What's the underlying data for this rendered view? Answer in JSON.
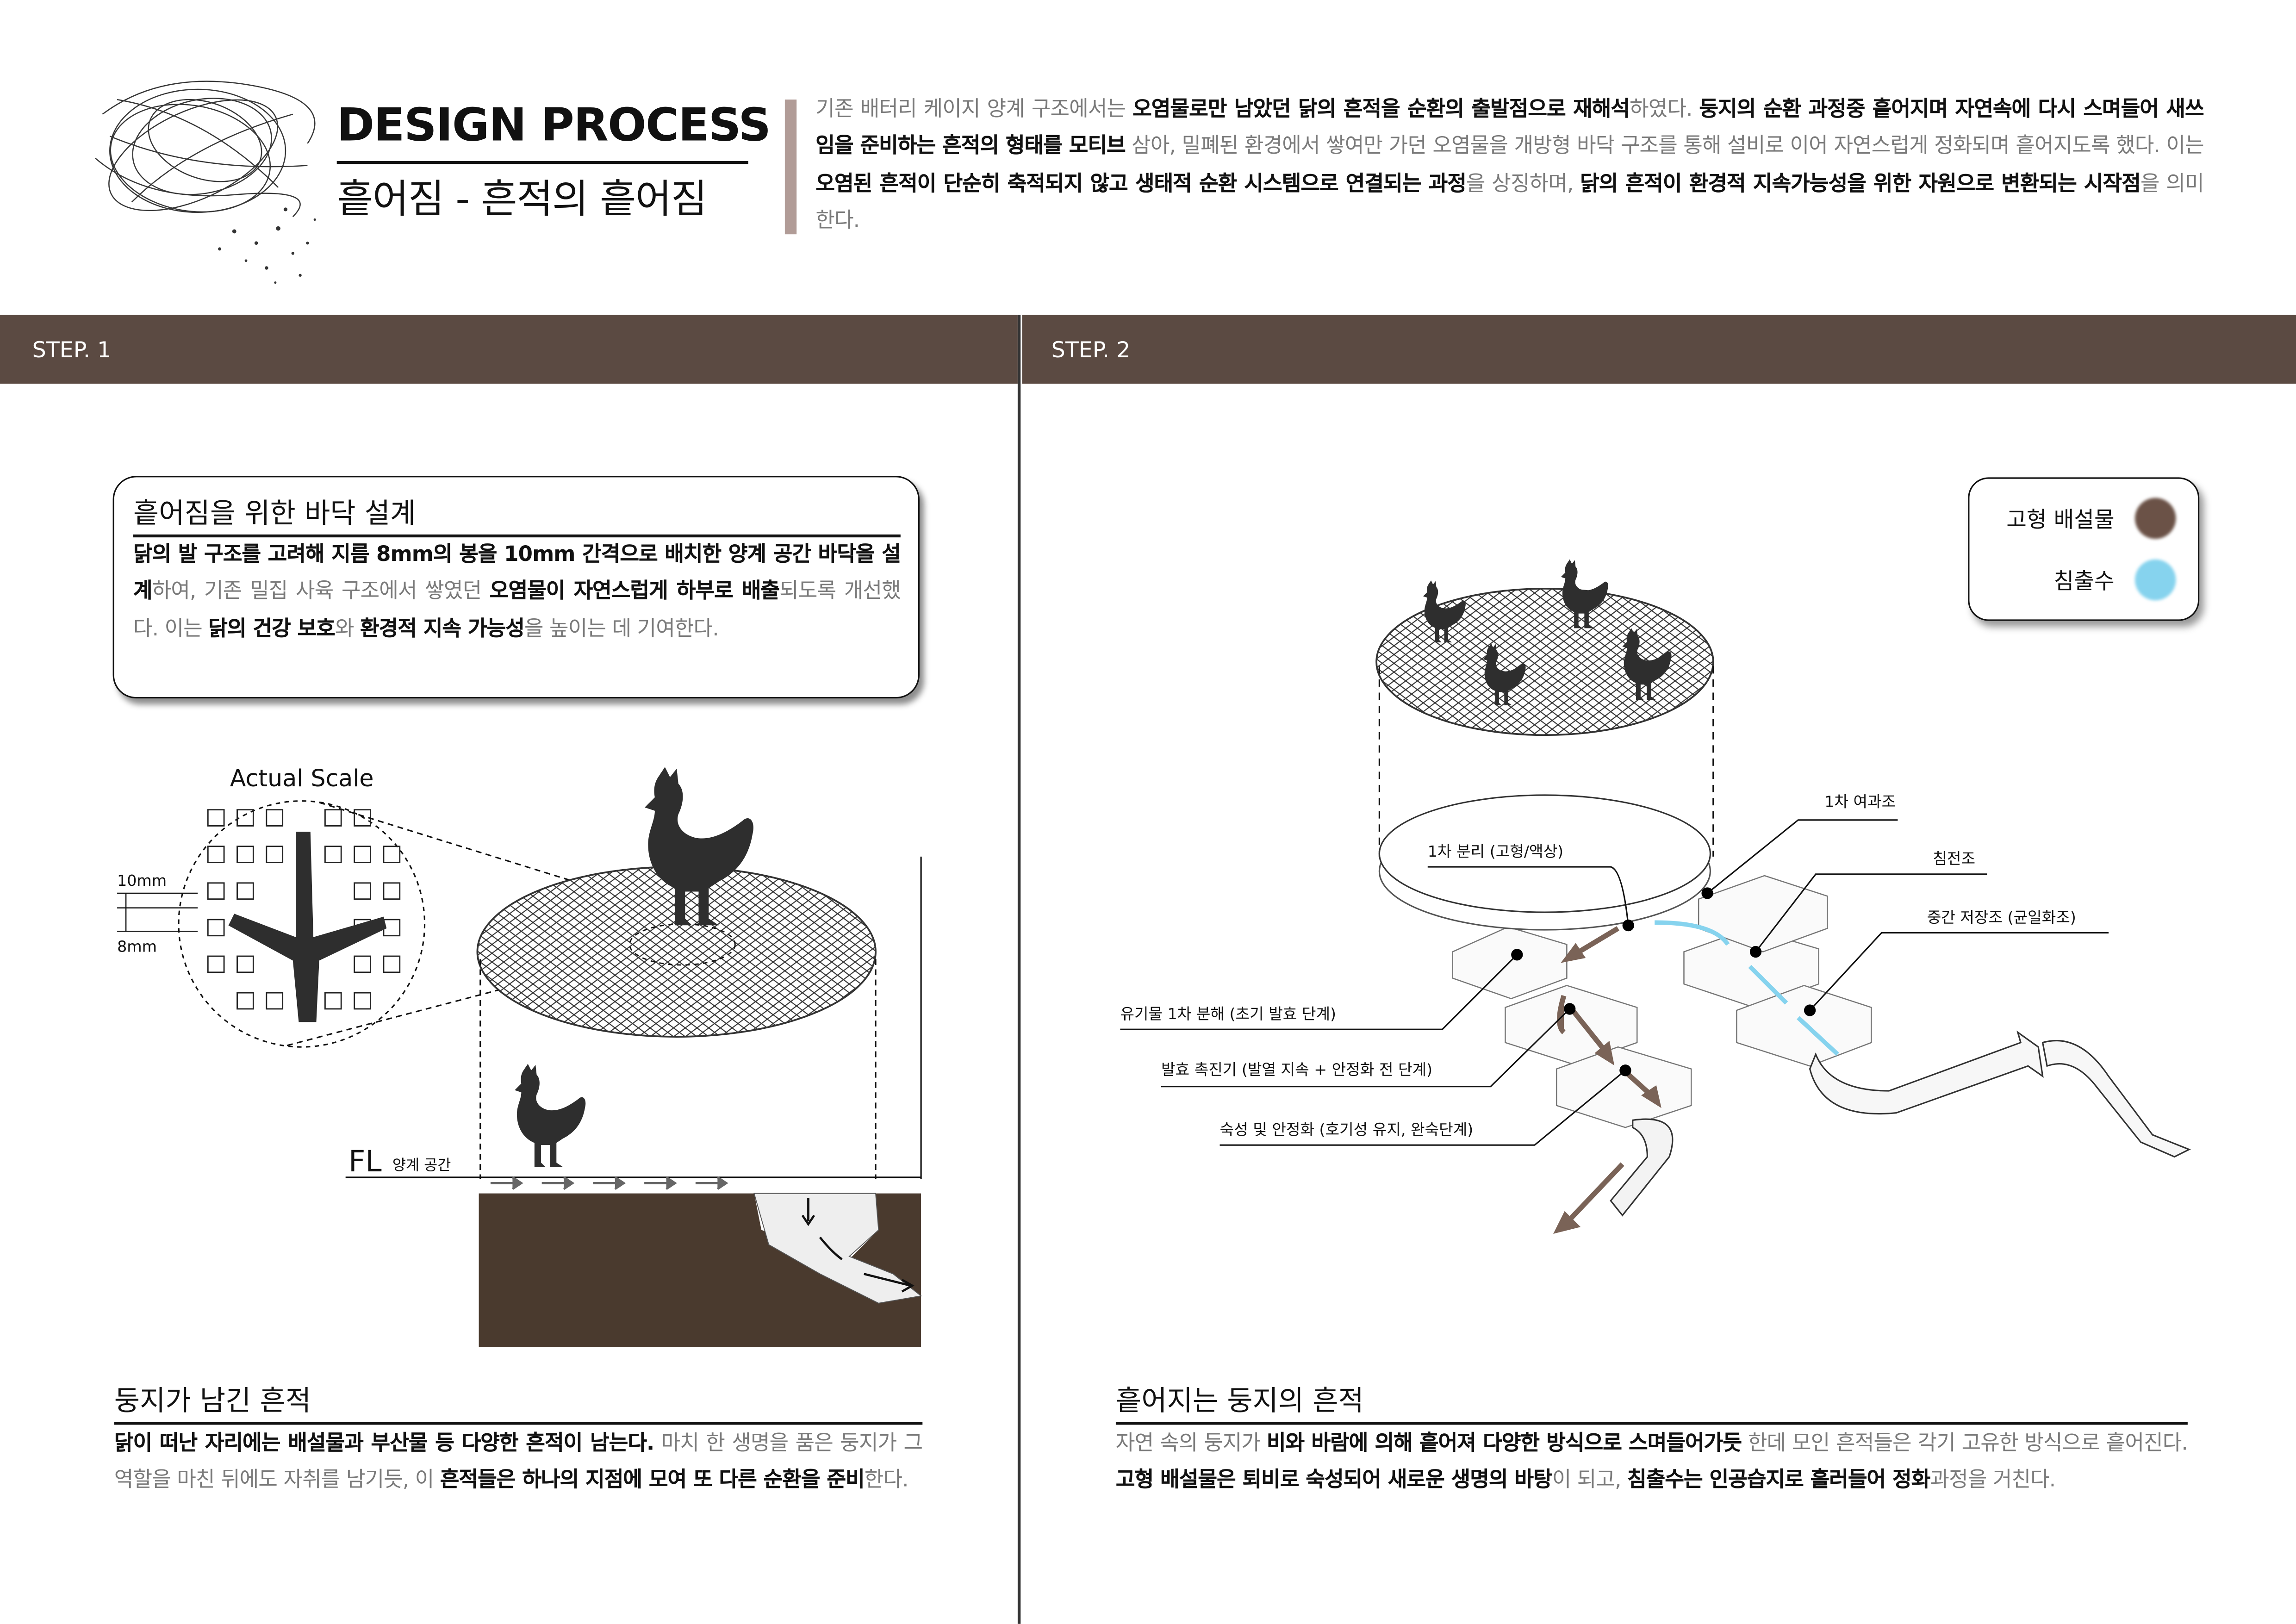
{
  "header": {
    "title": "DESIGN PROCESS",
    "subtitle": "흩어짐 - 흔적의 흩어짐",
    "accent_color": "#b19c97"
  },
  "intro": {
    "segments": [
      {
        "t": "기존 배터리 케이지 양계 구조에서는 ",
        "b": false
      },
      {
        "t": "오염물로만 남았던 닭의 흔적을 순환의 출발점으로 재해석",
        "b": true
      },
      {
        "t": "하였다. ",
        "b": false
      },
      {
        "t": "둥지의 순환 과정중 흩어지며 자연속에 다시 스며들어 새쓰임을 준비하는 흔적의 형태를 모티브",
        "b": true
      },
      {
        "t": " 삼아, 밀폐된 환경에서 쌓여만 가던 오염물을 개방형 바닥 구조를 통해 설비로 이어 자연스럽게 정화되며 흩어지도록 했다. 이는 ",
        "b": false
      },
      {
        "t": "오염된 흔적이 단순히 축적되지 않고 생태적 순환 시스템으로 연결되는 과정",
        "b": true
      },
      {
        "t": "을 상징하며, ",
        "b": false
      },
      {
        "t": "닭의 흔적이 환경적 지속가능성을 위한 자원으로 변환되는 시작점",
        "b": true
      },
      {
        "t": "을 의미한다.",
        "b": false
      }
    ]
  },
  "steps": [
    {
      "label": "STEP. 1"
    },
    {
      "label": "STEP. 2"
    }
  ],
  "step1": {
    "box_title": "흩어짐을 위한 바닥 설계",
    "box_segments": [
      {
        "t": "닭의 발 구조를 고려해 지름 8mm의 봉을 10mm 간격으로 배치한 양계 공간 바닥을 설계",
        "b": true
      },
      {
        "t": "하여, 기존 밀집 사육 구조에서 쌓였던 ",
        "b": false
      },
      {
        "t": "오염물이 자연스럽게 하부로 배출",
        "b": true
      },
      {
        "t": "되도록 개선했다. 이는 ",
        "b": false
      },
      {
        "t": "닭의 건강 보호",
        "b": true
      },
      {
        "t": "와 ",
        "b": false
      },
      {
        "t": "환경적 지속 가능성",
        "b": true
      },
      {
        "t": "을 높이는 데 기여한다.",
        "b": false
      }
    ],
    "diagram": {
      "scale_label": "Actual Scale",
      "dim_10": "10mm",
      "dim_8": "8mm",
      "fl_label": "FL",
      "fl_sub": "양계 공간",
      "soil_color": "#4a3a2e"
    },
    "section_title": "둥지가 남긴 흔적",
    "section_segments": [
      {
        "t": "닭이 떠난 자리에는 배설물과 부산물 등 다양한 흔적이 남는다.",
        "b": true
      },
      {
        "t": " 마치 한 생명을 품은 둥지가 그 역할을 마친 뒤에도 자취를 남기듯, 이 ",
        "b": false
      },
      {
        "t": "흔적들은 하나의 지점에 모여 또 다른 순환을 준비",
        "b": true
      },
      {
        "t": "한다.",
        "b": false
      }
    ]
  },
  "step2": {
    "legend": [
      {
        "label": "고형 배설물",
        "color": "#6b5247"
      },
      {
        "label": "침출수",
        "color": "#86d3ee"
      }
    ],
    "labels": {
      "separation": "1차 분리 (고형/액상)",
      "filter": "1차 여과조",
      "settling": "침전조",
      "storage": "중간 저장조 (균일화조)",
      "decomp": "유기물 1차 분해 (초기 발효 단계)",
      "accel": "발효 촉진기 (발열 지속 + 안정화 전 단계)",
      "mature": "숙성 및 안정화 (호기성 유지, 완숙단계)"
    },
    "section_title": "흩어지는 둥지의 흔적",
    "section_segments": [
      {
        "t": "자연 속의 둥지가 ",
        "b": false
      },
      {
        "t": "비와 바람에 의해 흩어져 다양한 방식으로 스며들어가듯",
        "b": true
      },
      {
        "t": " 한데 모인 흔적들은 각기 고유한 방식으로 흩어진다. ",
        "b": false
      },
      {
        "t": "고형 배설물은 퇴비로 숙성되어 새로운 생명의 바탕",
        "b": true
      },
      {
        "t": "이 되고, ",
        "b": false
      },
      {
        "t": "침출수는 인공습지로 흘러들어 정화",
        "b": true
      },
      {
        "t": "과정을 거친다.",
        "b": false
      }
    ]
  }
}
